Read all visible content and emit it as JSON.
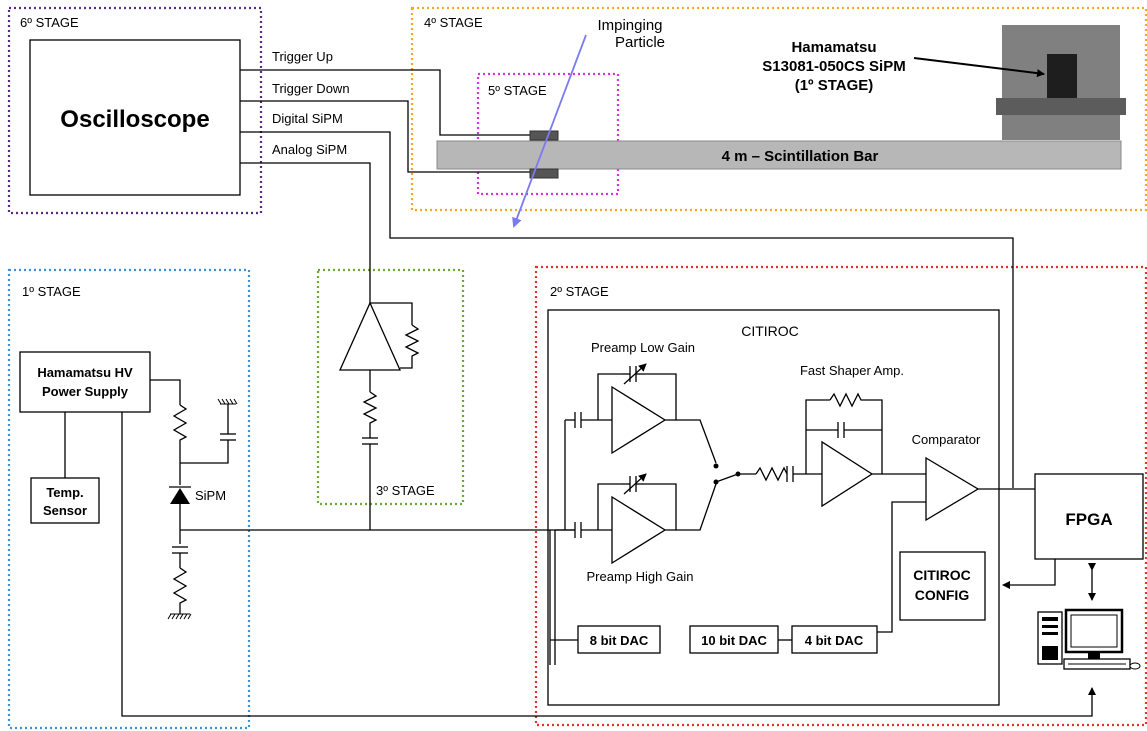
{
  "stages": {
    "s6": "6º STAGE",
    "s4": "4º STAGE",
    "s5": "5º STAGE",
    "s1": "1º STAGE",
    "s3": "3º STAGE",
    "s2": "2º STAGE"
  },
  "stage_colors": {
    "s6": "#5b2a86",
    "s4": "#f5a623",
    "s5": "#d633d6",
    "s1": "#3d8fd6",
    "s3": "#6aa833",
    "s2": "#e0312a"
  },
  "oscilloscope": {
    "title": "Oscilloscope",
    "channels": [
      "Trigger Up",
      "Trigger Down",
      "Digital SiPM",
      "Analog SiPM"
    ]
  },
  "particle": {
    "line1": "Impinging",
    "line2": "Particle",
    "arrow_color": "#7b7bf0"
  },
  "sipm_device": {
    "line1": "Hamamatsu",
    "line2": "S13081-050CS SiPM",
    "line3": "(1º STAGE)"
  },
  "bar": {
    "label": "4 m – Scintillation Bar"
  },
  "stage1": {
    "hv_line1": "Hamamatsu HV",
    "hv_line2": "Power Supply",
    "temp_line1": "Temp.",
    "temp_line2": "Sensor",
    "sipm": "SiPM"
  },
  "citiroc": {
    "title": "CITIROC",
    "preamp_low": "Preamp Low Gain",
    "preamp_high": "Preamp High Gain",
    "fast_shaper": "Fast Shaper Amp.",
    "comparator": "Comparator",
    "dac8": "8 bit DAC",
    "dac10": "10 bit DAC",
    "dac4": "4 bit DAC"
  },
  "config": {
    "line1": "CITIROC",
    "line2": "CONFIG"
  },
  "fpga": {
    "label": "FPGA"
  }
}
